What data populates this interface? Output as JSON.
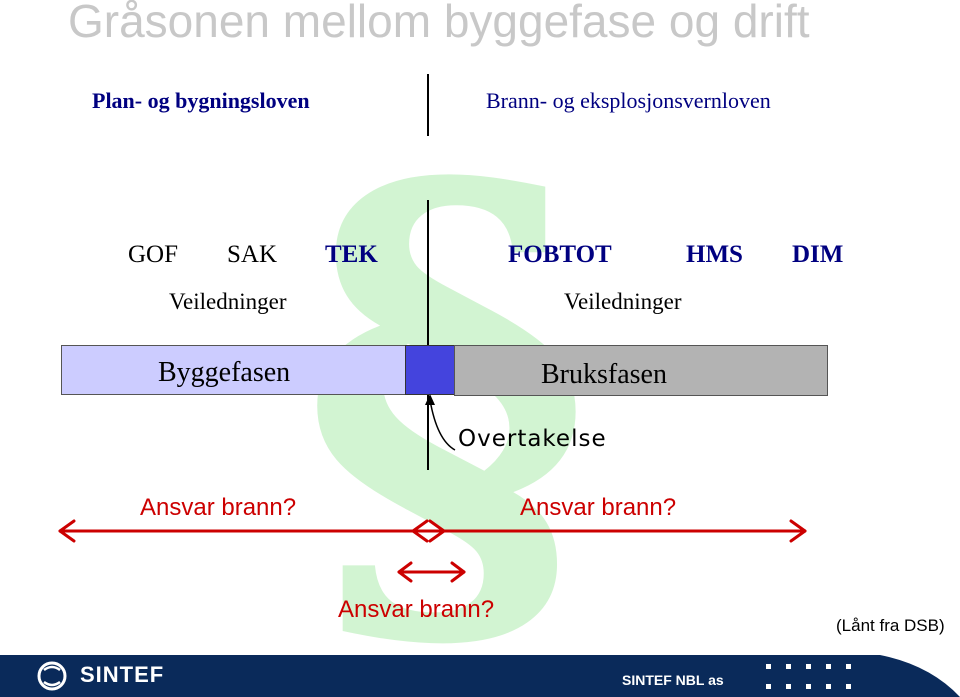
{
  "title": "Gråsonen mellom byggefase og drift",
  "laws": {
    "left": "Plan- og bygningsloven",
    "right": "Brann- og eksplosjonsvernloven"
  },
  "regulations_left": [
    "GOF",
    "SAK",
    "TEK"
  ],
  "regulations_right": [
    "FOBTOT",
    "HMS",
    "DIM"
  ],
  "guidance_left": "Veiledninger",
  "guidance_right": "Veiledninger",
  "phases": {
    "build": "Byggefasen",
    "use": "Bruksfasen",
    "handover": "Overtakelse"
  },
  "responsibility": {
    "left": "Ansvar brann?",
    "right": "Ansvar brann?",
    "middle": "Ansvar brann?"
  },
  "credit": "(Lånt fra DSB)",
  "footer": {
    "logo": "SINTEF",
    "right_text": "SINTEF NBL as"
  },
  "colors": {
    "build_phase": "#ccccff",
    "handover": "#4444dd",
    "use_phase": "#b3b3b3",
    "arrow": "#cc0000",
    "watermark": "#33cc33",
    "footer": "#0a2a5a"
  },
  "icons": {
    "watermark": "paragraph-section-sign-icon",
    "logo": "sintef-logo-icon"
  }
}
